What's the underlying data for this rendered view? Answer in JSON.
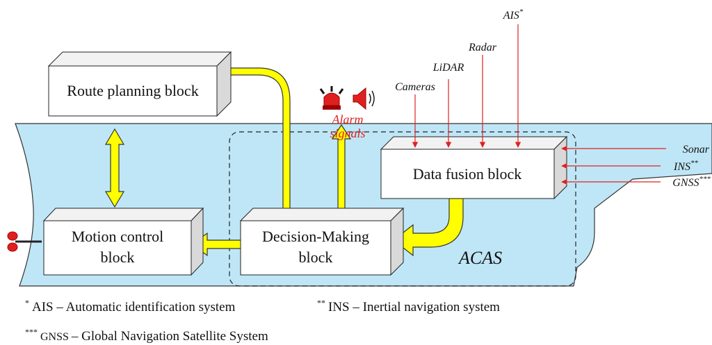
{
  "blocks": {
    "route_planning": "Route planning block",
    "motion_control_line1": "Motion control",
    "motion_control_line2": "block",
    "decision_making_line1": "Decision-Making",
    "decision_making_line2": "block",
    "data_fusion": "Data fusion block"
  },
  "alarm": {
    "line1": "Alarm",
    "line2": "signals"
  },
  "region_label": "ACAS",
  "top_inputs": {
    "cameras": "Cameras",
    "lidar": "LiDAR",
    "radar": "Radar",
    "ais": "AIS",
    "ais_mark": "*"
  },
  "side_inputs": {
    "sonar": "Sonar",
    "ins": "INS",
    "ins_mark": "**",
    "gnss": "GNSS",
    "gnss_mark": "***"
  },
  "footnotes": {
    "ais_mark": "*",
    "ais_text": "AIS – Automatic identification system",
    "ins_mark": "**",
    "ins_text": "INS – Inertial navigation system",
    "gnss_mark": "***",
    "gnss_abbr": "GNSS",
    "gnss_text": " – Global Navigation Satellite System"
  },
  "colors": {
    "water": "#bfe6f6",
    "arrow_yellow": "#ffff00",
    "signal_red": "#e02020",
    "block_face": "#ffffff",
    "block_side": "#d9d9d9"
  }
}
